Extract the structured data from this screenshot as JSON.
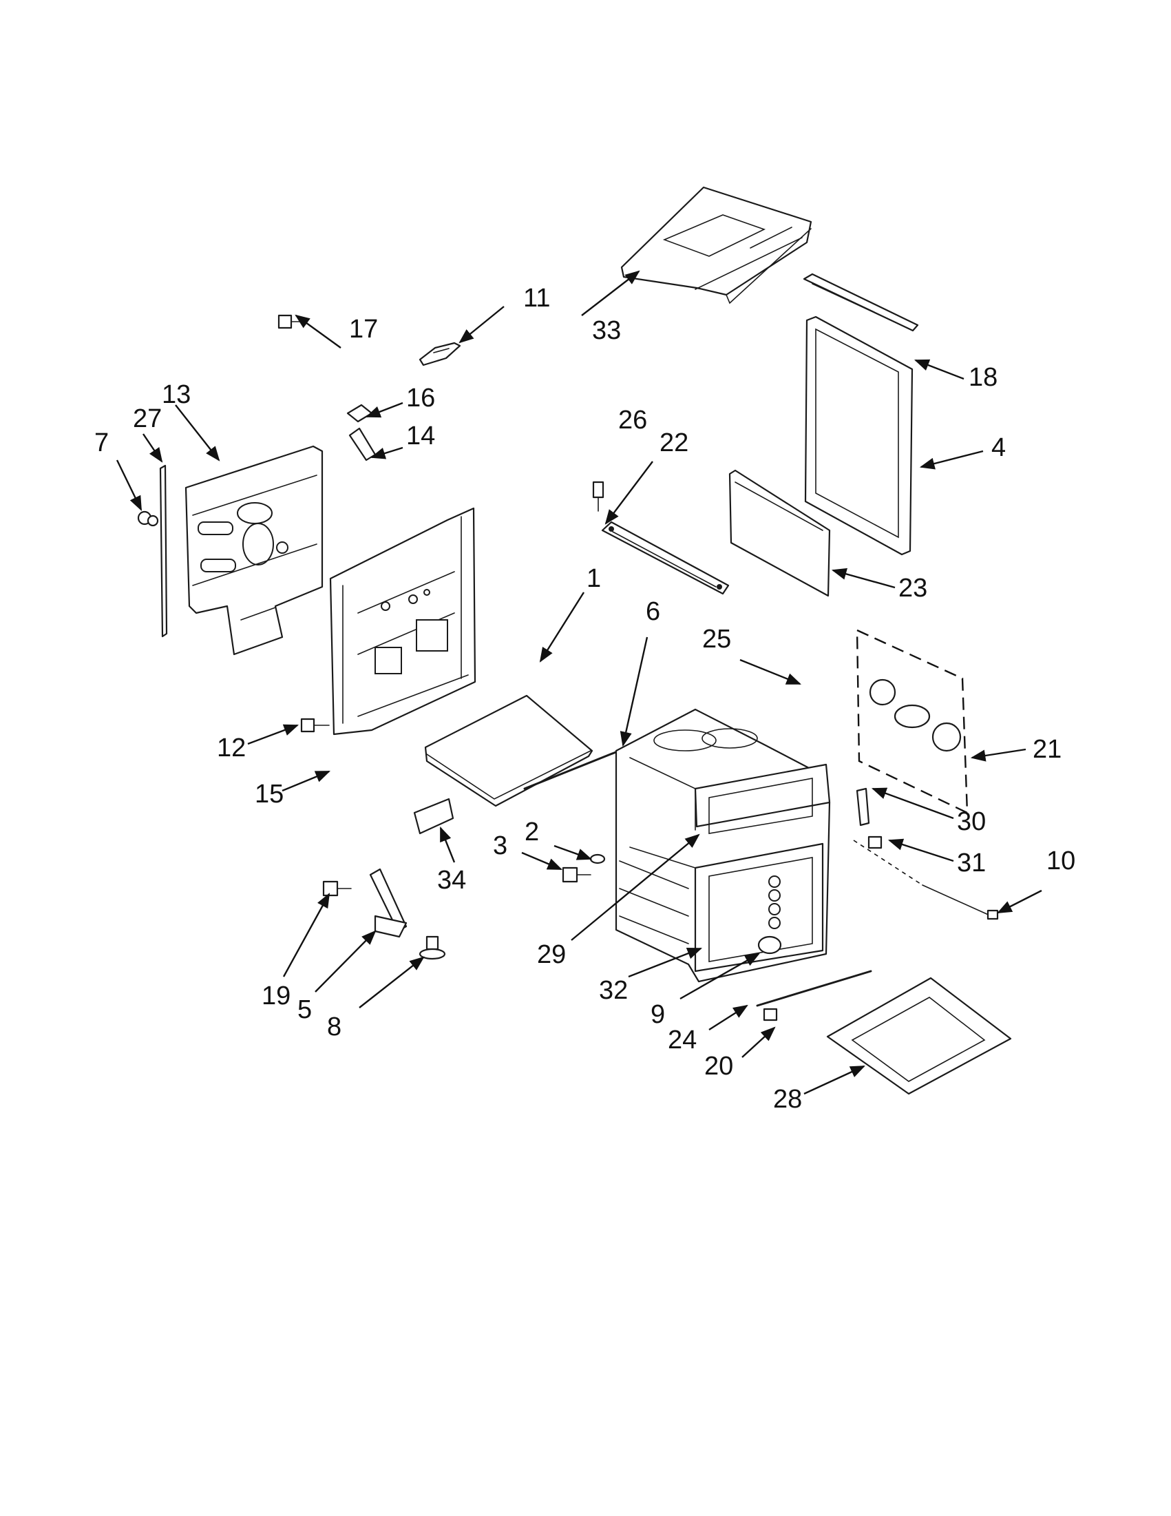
{
  "callouts": [
    {
      "id": "n1",
      "text": "1"
    },
    {
      "id": "n2",
      "text": "2"
    },
    {
      "id": "n3",
      "text": "3"
    },
    {
      "id": "n4",
      "text": "4"
    },
    {
      "id": "n5",
      "text": "5"
    },
    {
      "id": "n6",
      "text": "6"
    },
    {
      "id": "n7",
      "text": "7"
    },
    {
      "id": "n8",
      "text": "8"
    },
    {
      "id": "n9",
      "text": "9"
    },
    {
      "id": "n10",
      "text": "10"
    },
    {
      "id": "n11",
      "text": "11"
    },
    {
      "id": "n12",
      "text": "12"
    },
    {
      "id": "n13",
      "text": "13"
    },
    {
      "id": "n14",
      "text": "14"
    },
    {
      "id": "n15",
      "text": "15"
    },
    {
      "id": "n16",
      "text": "16"
    },
    {
      "id": "n17",
      "text": "17"
    },
    {
      "id": "n18",
      "text": "18"
    },
    {
      "id": "n19",
      "text": "19"
    },
    {
      "id": "n20",
      "text": "20"
    },
    {
      "id": "n21",
      "text": "21"
    },
    {
      "id": "n22",
      "text": "22"
    },
    {
      "id": "n23",
      "text": "23"
    },
    {
      "id": "n24",
      "text": "24"
    },
    {
      "id": "n25",
      "text": "25"
    },
    {
      "id": "n26",
      "text": "26"
    },
    {
      "id": "n27",
      "text": "27"
    },
    {
      "id": "n28",
      "text": "28"
    },
    {
      "id": "n29",
      "text": "29"
    },
    {
      "id": "n30",
      "text": "30"
    },
    {
      "id": "n31",
      "text": "31"
    },
    {
      "id": "n32",
      "text": "32"
    },
    {
      "id": "n33",
      "text": "33"
    },
    {
      "id": "n34",
      "text": "34"
    }
  ]
}
